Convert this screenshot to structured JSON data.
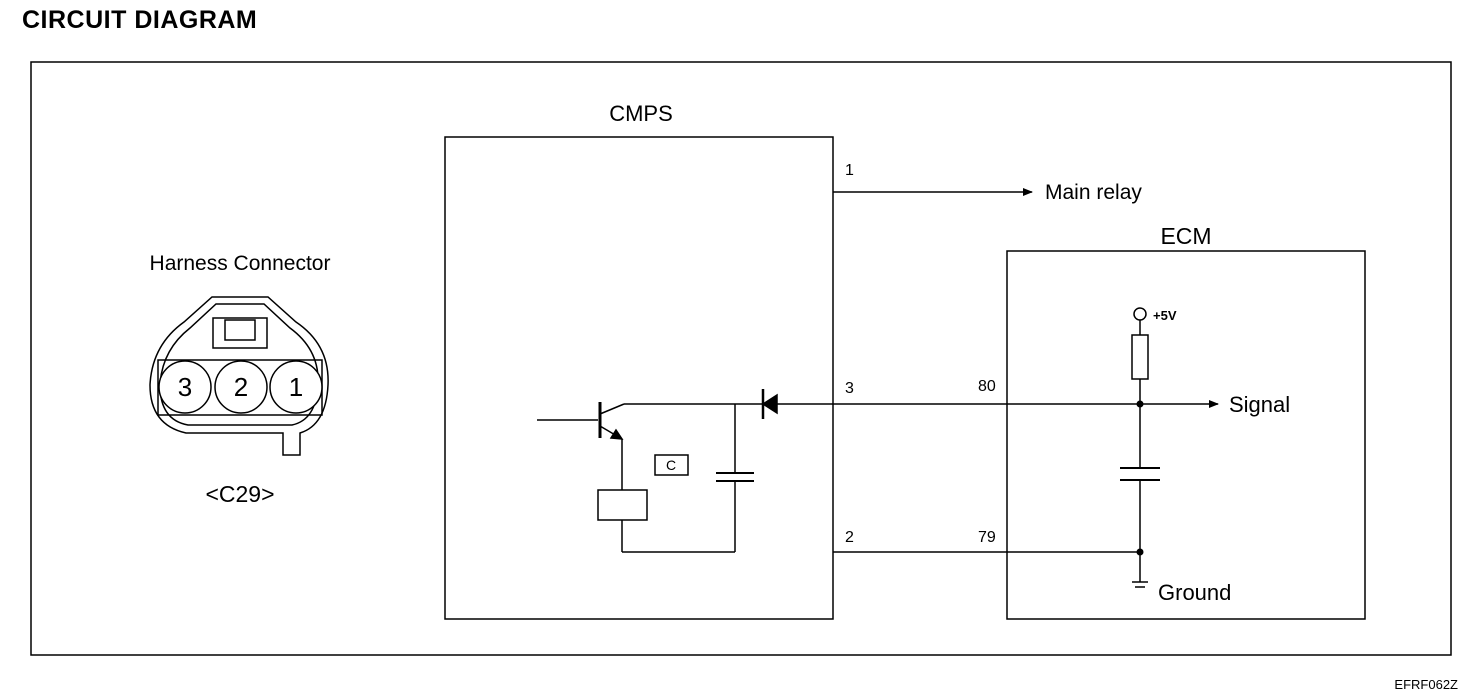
{
  "title": "CIRCUIT DIAGRAM",
  "figure_code": "EFRF062Z",
  "connector": {
    "heading": "Harness Connector",
    "pins": [
      "3",
      "2",
      "1"
    ],
    "id": "<C29>"
  },
  "cmps": {
    "label": "CMPS",
    "pin_main": "1",
    "pin_signal": "3",
    "pin_ground": "2",
    "component_label": "C"
  },
  "main_relay": "Main relay",
  "ecm": {
    "label": "ECM",
    "pin_signal": "80",
    "pin_ground": "79",
    "supply": "+5V",
    "signal": "Signal",
    "ground": "Ground"
  }
}
